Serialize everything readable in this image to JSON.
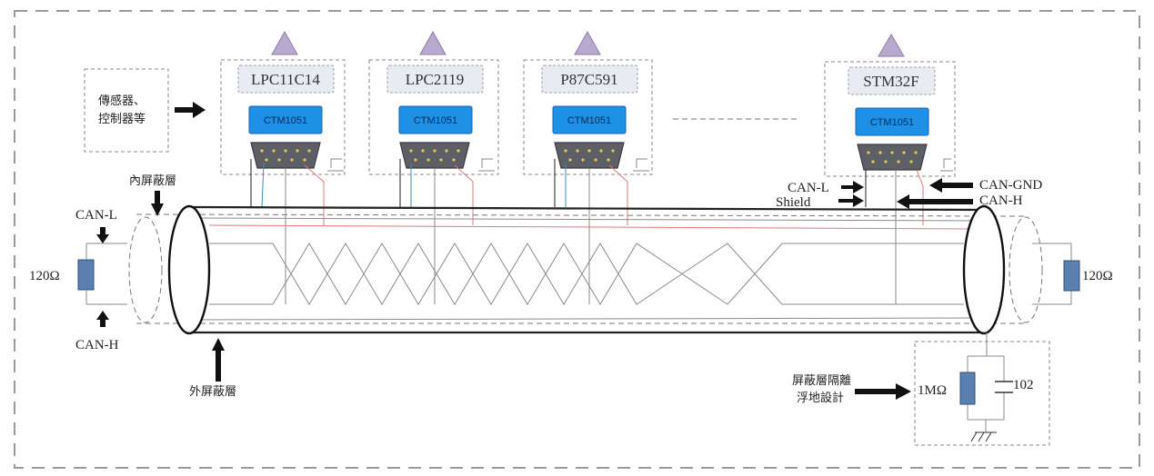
{
  "nodes": [
    {
      "chip": "LPC11C14",
      "transceiver": "CTM1051"
    },
    {
      "chip": "LPC2119",
      "transceiver": "CTM1051"
    },
    {
      "chip": "P87C591",
      "transceiver": "CTM1051"
    },
    {
      "chip": "STM32F",
      "transceiver": "CTM1051"
    }
  ],
  "source": {
    "line1": "傳感器、",
    "line2": "控制器等"
  },
  "labels": {
    "inner_shield": "內屏蔽層",
    "outer_shield": "外屏蔽層",
    "can_l_left": "CAN-L",
    "can_h_left": "CAN-H",
    "res_left": "120Ω",
    "res_right": "120Ω",
    "can_l_right": "CAN-L",
    "shield_right": "Shield",
    "can_gnd": "CAN-GND",
    "can_h_right": "CAN-H",
    "isolation_line1": "屏蔽層隔離",
    "isolation_line2": "浮地設計",
    "res_1m": "1MΩ",
    "cap_102": "102"
  },
  "colors": {
    "transceiver": "#1e90e6",
    "chip_bg": "#e9ebf3",
    "resistor": "#5b7fb0",
    "antenna": "#b8a9cf"
  }
}
